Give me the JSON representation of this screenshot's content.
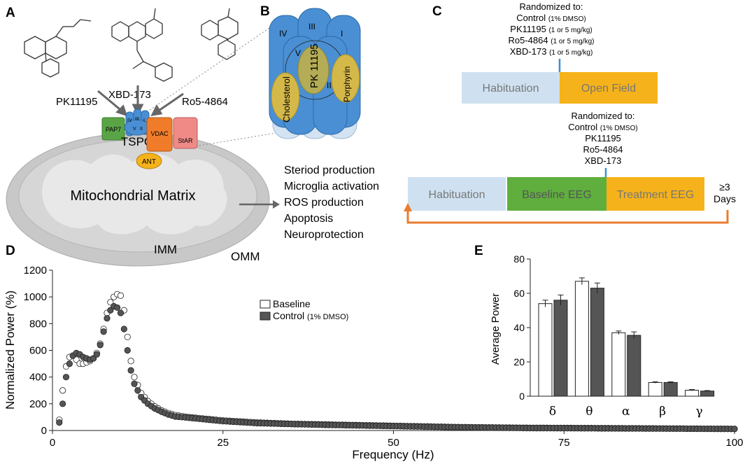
{
  "panels": {
    "a": "A",
    "b": "B",
    "c": "C",
    "d": "D",
    "e": "E"
  },
  "panelA": {
    "drugs": [
      "PK11195",
      "XBD-173",
      "Ro5-4864"
    ],
    "proteins": {
      "pap7": "PAP7",
      "tspo": "TSPO",
      "vdac": "VDAC",
      "star": "StAR",
      "ant": "ANT"
    },
    "tspo_units": [
      "IV",
      "III",
      "I",
      "V",
      "II"
    ],
    "matrix_label": "Mitochondrial Matrix",
    "imm": "IMM",
    "omm": "OMM",
    "effects": [
      "Steriod production",
      "Microglia activation",
      "ROS production",
      "Apoptosis",
      "Neuroprotection"
    ]
  },
  "panelB": {
    "columns": [
      "IV",
      "III",
      "I",
      "V",
      "II"
    ],
    "ovals": [
      "Cholesterol",
      "PK 11195",
      "Porphyrin"
    ]
  },
  "panelC": {
    "top": {
      "heading": "Randomized to:",
      "lines": [
        {
          "name": "Control",
          "note": "(1% DMSO)"
        },
        {
          "name": "PK11195",
          "note": "(1 or 5 mg/kg)"
        },
        {
          "name": "Ro5-4864",
          "note": "(1 or 5 mg/kg)"
        },
        {
          "name": "XBD-173",
          "note": "(1 or 5 mg/kg)"
        }
      ],
      "blocks": [
        "Habituation",
        "Open Field"
      ]
    },
    "bottom": {
      "heading": "Randomized to:",
      "lines": [
        {
          "name": "Control",
          "note": "(1% DMSO)"
        },
        {
          "name": "PK11195",
          "note": ""
        },
        {
          "name": "Ro5-4864",
          "note": ""
        },
        {
          "name": "XBD-173",
          "note": ""
        }
      ],
      "blocks": [
        "Habituation",
        "Baseline EEG",
        "Treatment EEG"
      ],
      "days": "≥3 Days"
    },
    "colors": {
      "habituation": "#cfe1f0",
      "open_field": "#f5b21a",
      "baseline": "#5fae3e",
      "treatment": "#f5b21a",
      "arrow_blue": "#3b8fd4",
      "loop": "#e87d2f"
    }
  },
  "chart_data": [
    {
      "type": "scatter",
      "panel": "D",
      "xlabel": "Frequency (Hz)",
      "ylabel": "Normalized Power (%)",
      "xlim": [
        0,
        100
      ],
      "ylim": [
        0,
        1200
      ],
      "xticks": [
        "0",
        "25",
        "50",
        "75",
        "100"
      ],
      "yticks": [
        "0",
        "200",
        "400",
        "600",
        "800",
        "1000",
        "1200"
      ],
      "legend": [
        {
          "name": "Baseline",
          "note": ""
        },
        {
          "name": "Control",
          "note": "(1% DMSO)"
        }
      ],
      "series": [
        {
          "name": "Baseline",
          "x": [
            1,
            1.5,
            2,
            2.5,
            3,
            3.5,
            4,
            4.5,
            5,
            5.5,
            6,
            6.5,
            7,
            7.5,
            8,
            8.5,
            9,
            9.5,
            10,
            10.5,
            11,
            11.5,
            12,
            13,
            14,
            15,
            16,
            17,
            18,
            20,
            22,
            25,
            30,
            35,
            40,
            50,
            60,
            70,
            80,
            90,
            100
          ],
          "y": [
            80,
            300,
            480,
            550,
            560,
            530,
            500,
            500,
            510,
            520,
            540,
            580,
            650,
            760,
            880,
            960,
            1000,
            1020,
            1010,
            900,
            700,
            520,
            400,
            280,
            220,
            180,
            150,
            130,
            115,
            100,
            90,
            75,
            60,
            50,
            45,
            35,
            25,
            20,
            18,
            15,
            12
          ]
        },
        {
          "name": "Control",
          "x": [
            1,
            1.5,
            2,
            2.5,
            3,
            3.5,
            4,
            4.5,
            5,
            5.5,
            6,
            6.5,
            7,
            7.5,
            8,
            8.5,
            9,
            9.5,
            10,
            10.5,
            11,
            11.5,
            12,
            13,
            14,
            15,
            16,
            17,
            18,
            20,
            22,
            25,
            30,
            35,
            40,
            50,
            60,
            70,
            80,
            90,
            100
          ],
          "y": [
            60,
            200,
            400,
            500,
            560,
            580,
            570,
            550,
            540,
            530,
            540,
            570,
            640,
            740,
            840,
            900,
            930,
            920,
            880,
            760,
            600,
            450,
            350,
            250,
            200,
            165,
            140,
            120,
            105,
            95,
            85,
            70,
            55,
            48,
            42,
            33,
            24,
            18,
            16,
            14,
            12
          ]
        }
      ]
    },
    {
      "type": "bar",
      "panel": "E",
      "ylabel": "Average Power",
      "ylim": [
        0,
        80
      ],
      "yticks": [
        "0",
        "20",
        "40",
        "60",
        "80"
      ],
      "categories": [
        "δ",
        "θ",
        "α",
        "β",
        "γ"
      ],
      "series": [
        {
          "name": "Baseline",
          "values": [
            54,
            67,
            37,
            8,
            3.5
          ],
          "errors": [
            2,
            2,
            1,
            0.4,
            0.4
          ]
        },
        {
          "name": "Control",
          "values": [
            56,
            63,
            35.5,
            8,
            3
          ],
          "errors": [
            3,
            3,
            2,
            0.4,
            0.3
          ]
        }
      ]
    }
  ]
}
